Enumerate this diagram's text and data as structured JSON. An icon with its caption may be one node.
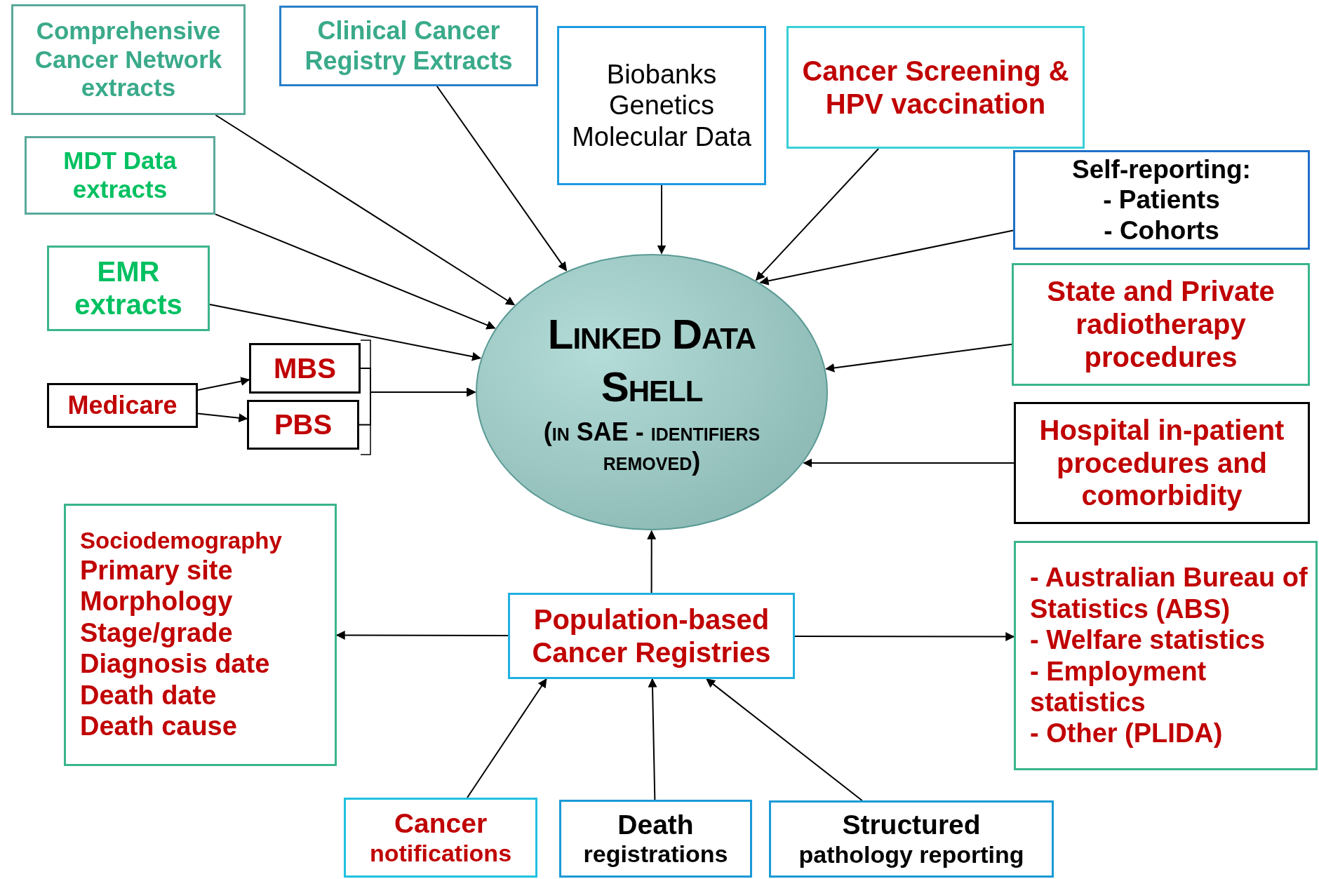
{
  "diagram": {
    "nodes": [
      {
        "text": [
          "Comprehensive Cancer Network extracts"
        ]
      },
      {
        "text": [
          "Clinical Cancer Registry Extracts"
        ]
      },
      {
        "text": [
          "Biobanks Genetics Molecular Data"
        ]
      },
      {
        "text": [
          "Cancer Screening & HPV vaccination"
        ]
      },
      {
        "text": [
          "Self-reporting:",
          "- Patients",
          "- Cohorts"
        ]
      },
      {
        "text": [
          "MDT Data extracts"
        ]
      },
      {
        "text": [
          "EMR extracts"
        ]
      },
      {
        "text": [
          "State and Private radiotherapy procedures"
        ]
      },
      {
        "text": [
          "Medicare"
        ]
      },
      {
        "text": [
          "MBS"
        ]
      },
      {
        "text": [
          "PBS"
        ]
      },
      {
        "text": [
          "Linked Data Shell",
          "(in SAE - identifiers removed)"
        ]
      },
      {
        "text": [
          "Hospital in-patient procedures and comorbidity"
        ]
      },
      {
        "text": [
          "Sociodemography",
          "Primary site",
          "Morphology",
          "Stage/grade",
          "Diagnosis date",
          "Death date",
          "Death cause"
        ]
      },
      {
        "text": [
          "Population-based Cancer Registries"
        ]
      },
      {
        "text": [
          "- Australian Bureau of Statistics (ABS)",
          "- Welfare statistics",
          "- Employment statistics",
          "- Other (PLIDA)"
        ]
      },
      {
        "text": [
          "Cancer",
          "notifications"
        ]
      },
      {
        "text": [
          "Death",
          "registrations"
        ]
      },
      {
        "text": [
          "Structured",
          "pathology reporting"
        ]
      }
    ],
    "edges": [
      {
        "from": 0,
        "to": 11,
        "arrow": "to"
      },
      {
        "from": 1,
        "to": 11,
        "arrow": "to"
      },
      {
        "from": 2,
        "to": 11,
        "arrow": "to"
      },
      {
        "from": 3,
        "to": 11,
        "arrow": "to"
      },
      {
        "from": 4,
        "to": 11,
        "arrow": "to"
      },
      {
        "from": 5,
        "to": 11,
        "arrow": "to"
      },
      {
        "from": 6,
        "to": 11,
        "arrow": "to"
      },
      {
        "from": 7,
        "to": 11,
        "arrow": "to"
      },
      {
        "from": 8,
        "to": 9,
        "arrow": "to"
      },
      {
        "from": 8,
        "to": 10,
        "arrow": "to"
      },
      {
        "from": 9,
        "to": 11,
        "arrow": "to"
      },
      {
        "from": 10,
        "to": 11,
        "arrow": "to"
      },
      {
        "from": 12,
        "to": 11,
        "arrow": "to"
      },
      {
        "from": 14,
        "to": 11,
        "arrow": "to"
      },
      {
        "from": 14,
        "to": 13,
        "arrow": "to"
      },
      {
        "from": 14,
        "to": 15,
        "arrow": "to"
      },
      {
        "from": 16,
        "to": 14,
        "arrow": "to"
      },
      {
        "from": 17,
        "to": 14,
        "arrow": "to"
      },
      {
        "from": 18,
        "to": 14,
        "arrow": "to"
      }
    ]
  }
}
